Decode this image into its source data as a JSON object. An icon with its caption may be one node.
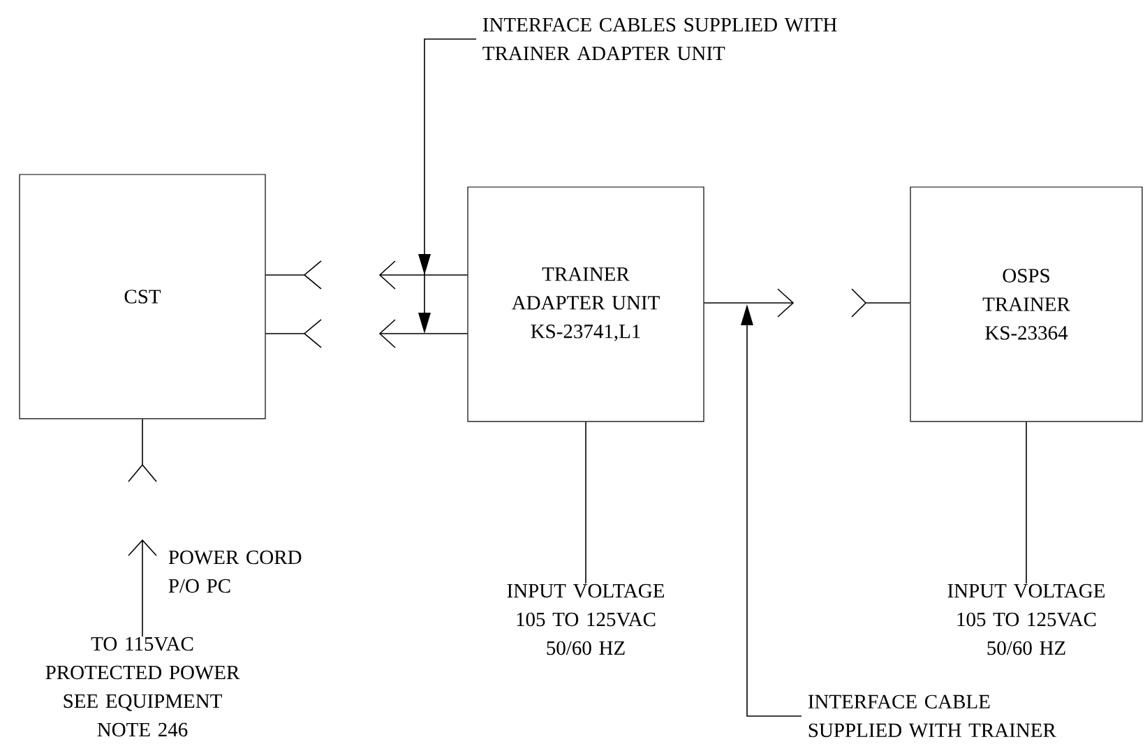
{
  "diagram": {
    "nodes": [
      {
        "text": [
          "CST"
        ]
      },
      {
        "text": [
          "TRAINER ADAPTER UNIT KS-23741,L1"
        ]
      },
      {
        "text": [
          "OSPS TRAINER KS-23364"
        ]
      },
      {
        "text": [
          "INTERFACE CABLES SUPPLIED WITH TRAINER ADAPTER UNIT"
        ]
      },
      {
        "text": [
          "INTERFACE CABLE SUPPLIED WITH TRAINER"
        ]
      },
      {
        "text": [
          "INPUT VOLTAGE 105 TO 125VAC 50/60 HZ"
        ]
      },
      {
        "text": [
          "INPUT VOLTAGE 105 TO 125VAC 50/60 HZ"
        ]
      },
      {
        "text": [
          "TO 115VAC PROTECTED POWER SEE EQUIPMENT NOTE 246"
        ]
      }
    ],
    "edges": [
      {
        "from": 3,
        "to": null,
        "arrow": "to"
      },
      {
        "from": 4,
        "to": null,
        "arrow": "to"
      },
      {
        "from": 1,
        "to": null,
        "arrow": "to"
      },
      {
        "from": 1,
        "to": null,
        "arrow": "to"
      },
      {
        "from": 1,
        "to": null,
        "arrow": "to"
      },
      {
        "from": 7,
        "to": null,
        "arrow": "to",
        "label": "POWER CORD P/O PC"
      },
      {
        "from": 1,
        "to": 5,
        "arrow": "none"
      },
      {
        "from": 2,
        "to": 6,
        "arrow": "none"
      }
    ]
  }
}
